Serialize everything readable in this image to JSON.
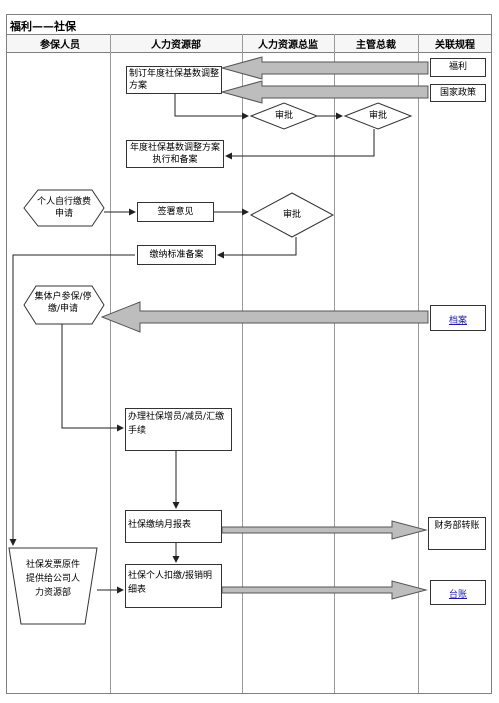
{
  "title": "福利——社保",
  "lanes": [
    "参保人员",
    "人力资源部",
    "人力资源总监",
    "主管总裁",
    "关联规程"
  ],
  "steps": {
    "draft_plan": "制订年度社保基数调整方案",
    "approve_1": "审批",
    "approve_2": "审批",
    "execute_plan": "年度社保基数调整方案执行和备案",
    "individual_apply": "个人自行缴费申请",
    "sign_opinion": "签署意见",
    "approve_3": "审批",
    "standard_file": "缴纳标准备案",
    "collective_apply": "集体户参保/停缴/申请",
    "handle_change": "办理社保增员/减员/汇缴手续",
    "monthly_report": "社保缴纳月报表",
    "deduction_table": "社保个人扣缴/报销明细表",
    "invoice_provide": "社保发票原件提供给公司人力资源部"
  },
  "refs": {
    "welfare": "福利",
    "policy": "国家政策",
    "archive": "档案",
    "finance": "财务部转账",
    "ledger": "台账"
  }
}
